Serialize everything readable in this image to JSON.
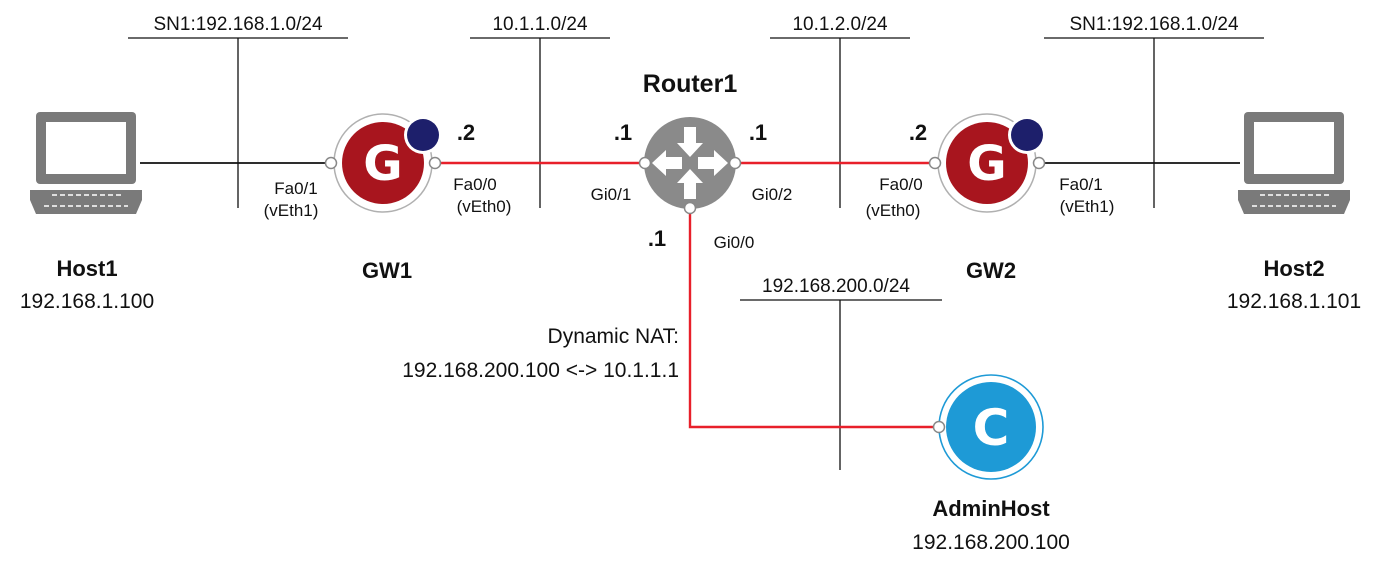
{
  "nodes": {
    "host1": {
      "name": "Host1",
      "ip": "192.168.1.100"
    },
    "host2": {
      "name": "Host2",
      "ip": "192.168.1.101"
    },
    "gw1": {
      "name": "GW1",
      "glyph": "G",
      "lan_port": "Fa0/1",
      "lan_vif": "(vEth1)",
      "wan_port": "Fa0/0",
      "wan_vif": "(vEth0)",
      "wan_octet": ".2"
    },
    "gw2": {
      "name": "GW2",
      "glyph": "G",
      "lan_port": "Fa0/1",
      "lan_vif": "(vEth1)",
      "wan_port": "Fa0/0",
      "wan_vif": "(vEth0)",
      "wan_octet": ".2"
    },
    "router1": {
      "name": "Router1",
      "gi01": "Gi0/1",
      "gi02": "Gi0/2",
      "gi00": "Gi0/0",
      "gi01_octet": ".1",
      "gi02_octet": ".1",
      "gi00_octet": ".1"
    },
    "adminhost": {
      "name": "AdminHost",
      "ip": "192.168.200.100",
      "glyph": "C"
    }
  },
  "networks": {
    "sn1_left": "SN1:192.168.1.0/24",
    "sn1_right": "SN1:192.168.1.0/24",
    "net_left": "10.1.1.0/24",
    "net_right": "10.1.2.0/24",
    "net_admin": "192.168.200.0/24"
  },
  "nat": {
    "title": "Dynamic NAT:",
    "mapping": "192.168.200.100 <-> 10.1.1.1"
  },
  "colors": {
    "link_red": "#e8202a",
    "link_black": "#111111",
    "gateway_red": "#a8151e",
    "gateway_blue": "#1d1f6b",
    "router_gray": "#8a8a8a",
    "computer_gray": "#7a7a7a",
    "admin_blue": "#1e9ad6"
  },
  "icons": {
    "host1": "desktop-computer-icon",
    "host2": "desktop-computer-icon",
    "gw1": "check-point-gateway-icon",
    "gw2": "check-point-gateway-icon",
    "router1": "router-icon",
    "adminhost": "management-console-icon"
  }
}
